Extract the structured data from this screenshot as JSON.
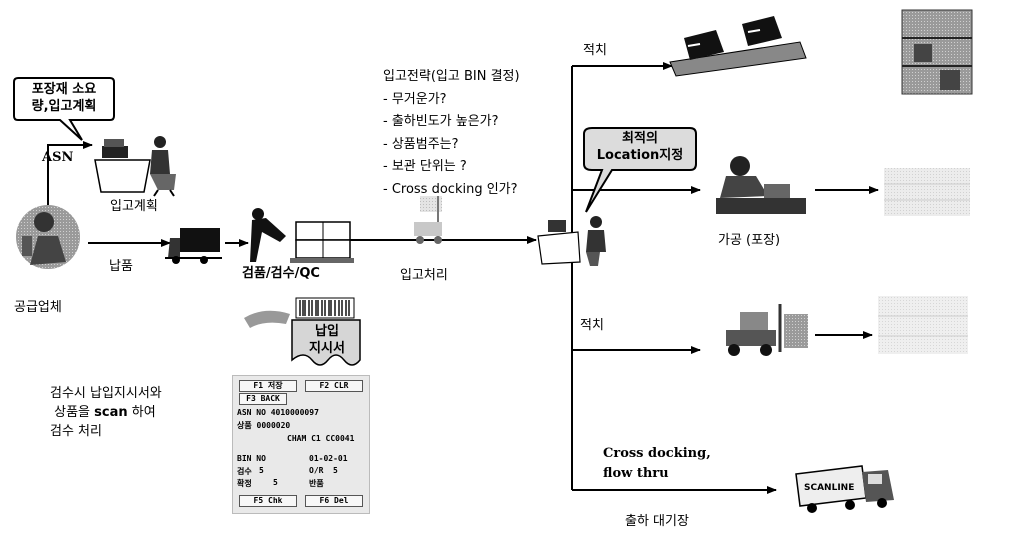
{
  "labels": {
    "supplier": "공급업체",
    "asn": "ASN",
    "receiving_plan": "입고계획",
    "delivery": "납품",
    "inspection_qc": "검품/검수/QC",
    "putaway_processing": "입고처리",
    "processing_packing": "가공 (포장)",
    "stacking_top": "적치",
    "stacking_mid": "적치",
    "cross_docking": "Cross docking,",
    "flow_thru": "flow thru",
    "shipping_staging": "출하 대기장"
  },
  "bubbles": {
    "packaging_line1": "포장재 소요",
    "packaging_line2": "량,입고계획",
    "optimal_line1": "최적의",
    "optimal_line2": "Location지정",
    "instruction_line1": "납입",
    "instruction_line2": "지시서"
  },
  "strategy": {
    "title": "입고전략(입고 BIN 결정)",
    "items": [
      "- 무거운가?",
      "- 출하빈도가 높은가?",
      "-  상품범주는?",
      "- 보관 단위는 ?",
      "- Cross docking 인가?"
    ]
  },
  "note": {
    "line1": "검수시 납입지시서와",
    "line2_pre": "상품을 ",
    "line2_bold": "scan",
    "line2_post": " 하여",
    "line3": "검수 처리"
  },
  "handheld": {
    "f1": "F1 저장",
    "f2": "F2 CLR",
    "f3": "F3 BACK",
    "asn_no": "ASN NO 4010000097",
    "product": "상품 0000020",
    "product_desc": "CHAM C1 CC0041",
    "bin_no": "BIN NO",
    "bin_value": "01-02-01",
    "inspect_label": "검수",
    "inspect_value": "5",
    "ord_label": "O/R",
    "ord_value": "5",
    "confirm_label": "확정",
    "confirm_value": "5",
    "return_label": "반품",
    "f5": "F5 Chk",
    "f6": "F6 Del"
  }
}
